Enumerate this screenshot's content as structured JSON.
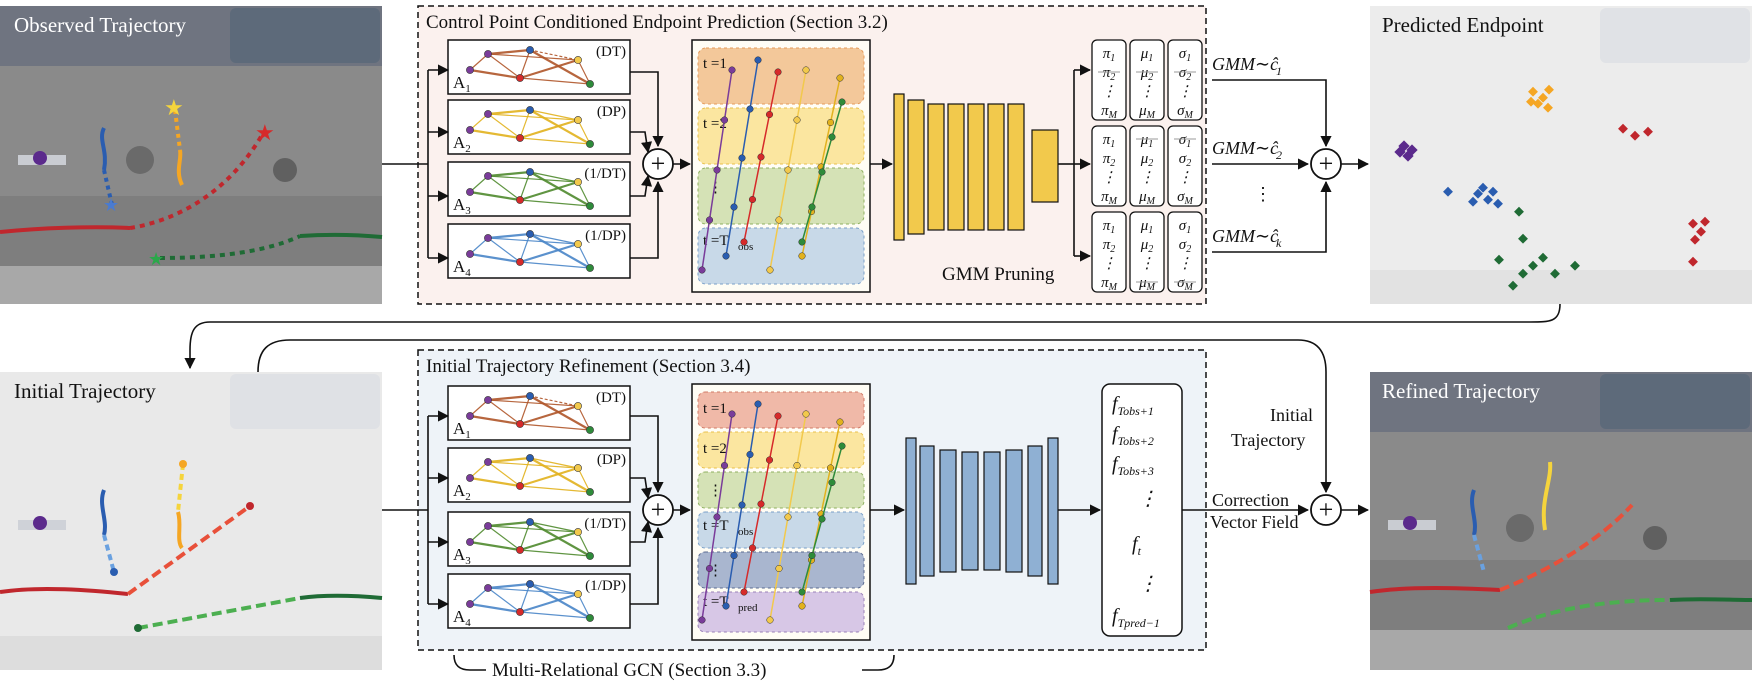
{
  "panels": {
    "observed": {
      "title": "Observed Trajectory"
    },
    "predicted": {
      "title": "Predicted Endpoint"
    },
    "initial": {
      "title": "Initial Trajectory"
    },
    "refined": {
      "title": "Refined Trajectory"
    }
  },
  "top_section": {
    "title": "Control Point Conditioned Endpoint Prediction (Section 3.2)"
  },
  "bottom_section": {
    "title": "Initial Trajectory Refinement (Section 3.4)"
  },
  "gcn_label": "Multi-Relational GCN (Section 3.3)",
  "graphs": [
    {
      "name": "A1",
      "tag": "(DT)"
    },
    {
      "name": "A2",
      "tag": "(DP)"
    },
    {
      "name": "A3",
      "tag": "(1/DT)"
    },
    {
      "name": "A4",
      "tag": "(1/DP)"
    }
  ],
  "timesteps_top": [
    "t =1",
    "t =2",
    "⋮",
    "t =T"
  ],
  "timesteps_bottom": [
    "t =1",
    "t =2",
    "⋮",
    "t =T",
    "⋮",
    "t =T"
  ],
  "subscripts": {
    "obs": "obs",
    "pred": "pred"
  },
  "gmm_pruning": "GMM Pruning",
  "gmm_labels": [
    "GMM∼ĉ",
    "GMM∼ĉ",
    "GMM∼ĉ"
  ],
  "gmm_label_subs": [
    "1",
    "2",
    "k"
  ],
  "gmm_columns": [
    "π",
    "μ",
    "σ"
  ],
  "vertical_dots": "⋮",
  "initial_trajectory_label": [
    "Initial",
    "Trajectory"
  ],
  "correction_label": [
    "Correction",
    "Vector Field"
  ],
  "plus_symbol": "+",
  "f_list": [
    "f",
    "f",
    "f",
    "⋮",
    "f",
    "⋮",
    "f"
  ],
  "f_subs": [
    "Tobs+1",
    "Tobs+2",
    "Tobs+3",
    "",
    "t",
    "",
    "Tpred−1"
  ],
  "colors": {
    "orange_lane": "#f3c89a",
    "yellow_lane": "#fbe6a0",
    "green_lane": "#d5e2b6",
    "blue_lane": "#c8d9e8",
    "top_encoder": "#f2c94c",
    "bottom_encoder": "#8fb0d3",
    "top_bg": "#fbf1ee",
    "bottom_bg": "#eef3f8",
    "traj_red": "#c0272d",
    "traj_green": "#1f6b35",
    "traj_blue": "#2a5db0",
    "traj_orange": "#f5a623",
    "traj_purple": "#5b2a8c"
  }
}
